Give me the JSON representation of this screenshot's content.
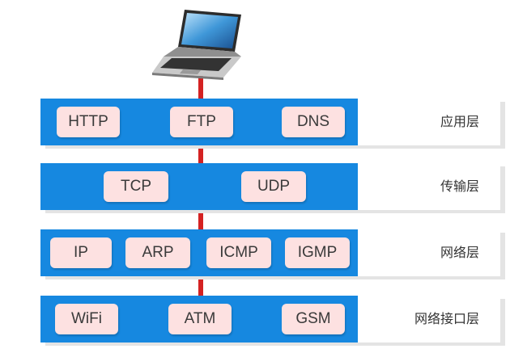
{
  "colors": {
    "layer_bar": "#1688e0",
    "protocol_box": "#fde1e1",
    "connector_line": "#d42222"
  },
  "icon": "laptop-icon",
  "layers": [
    {
      "name": "应用层",
      "protocols": [
        "HTTP",
        "FTP",
        "DNS"
      ]
    },
    {
      "name": "传输层",
      "protocols": [
        "TCP",
        "UDP"
      ]
    },
    {
      "name": "网络层",
      "protocols": [
        "IP",
        "ARP",
        "ICMP",
        "IGMP"
      ]
    },
    {
      "name": "网络接口层",
      "protocols": [
        "WiFi",
        "ATM",
        "GSM"
      ]
    }
  ]
}
